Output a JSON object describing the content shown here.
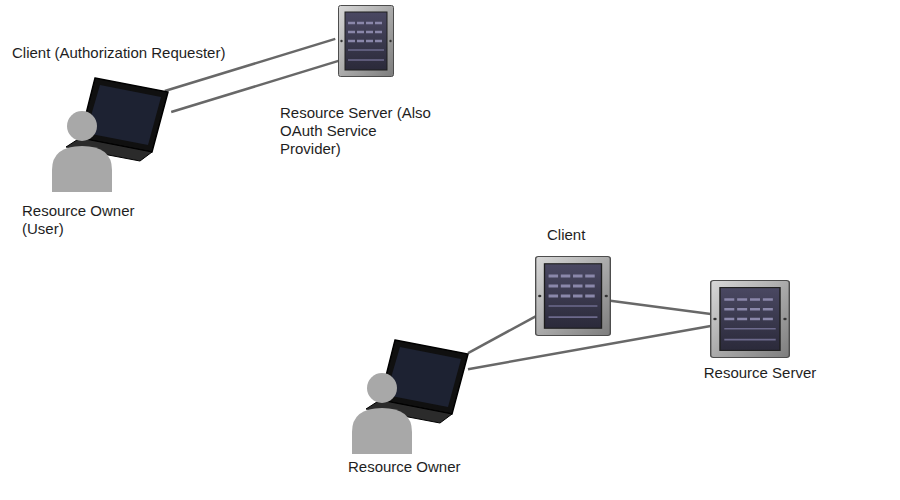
{
  "diagram": {
    "nodes": [
      {
        "text": [
          "Client (Authorization Requester)",
          "Resource Owner (User)"
        ]
      },
      {
        "text": [
          "Resource Server (Also OAuth Service Provider)"
        ]
      },
      {
        "text": [
          "Client"
        ]
      },
      {
        "text": [
          "Resource Owner"
        ]
      },
      {
        "text": [
          "Resource Server"
        ]
      }
    ],
    "edges": [
      {
        "from": 0,
        "to": 1,
        "arrow": "none"
      },
      {
        "from": 0,
        "to": 1,
        "arrow": "none"
      },
      {
        "from": 2,
        "to": 4,
        "arrow": "none"
      },
      {
        "from": 3,
        "to": 2,
        "arrow": "none"
      },
      {
        "from": 3,
        "to": 4,
        "arrow": "none"
      }
    ]
  }
}
